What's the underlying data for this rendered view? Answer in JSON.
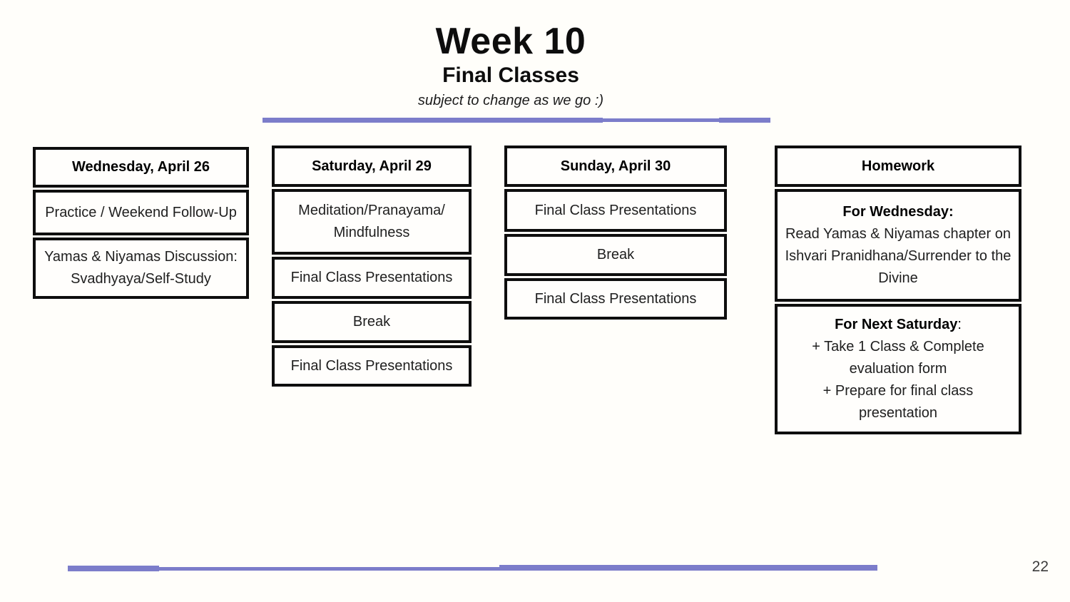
{
  "slide": {
    "title": "Week 10",
    "subtitle": "Final Classes",
    "note": "subject to change as we go :)",
    "page_number": "22",
    "accent_color": "#7c7dca"
  },
  "columns": [
    {
      "id": "wednesday",
      "header": "Wednesday, April 26",
      "cells": [
        {
          "text": "Practice / Weekend Follow-Up"
        },
        {
          "text": "Yamas & Niyamas Discussion:\nSvadhyaya/Self-Study"
        }
      ]
    },
    {
      "id": "saturday",
      "header": "Saturday, April 29",
      "cells": [
        {
          "text": "Meditation/Pranayama/\nMindfulness"
        },
        {
          "text": "Final Class Presentations"
        },
        {
          "text": "Break"
        },
        {
          "text": "Final Class Presentations"
        }
      ]
    },
    {
      "id": "sunday",
      "header": "Sunday, April 30",
      "cells": [
        {
          "text": "Final Class Presentations"
        },
        {
          "text": "Break"
        },
        {
          "text": "Final Class Presentations"
        }
      ]
    },
    {
      "id": "homework",
      "header": "Homework",
      "cells": [
        {
          "title": "For Wednesday:",
          "text": "Read Yamas & Niyamas chapter on\nIshvari Pranidhana/Surrender to the\nDivine"
        },
        {
          "title": "For Next Saturday",
          "title_suffix": ":",
          "text": "+ Take 1 Class & Complete\nevaluation form\n+ Prepare for final class\npresentation"
        }
      ]
    }
  ]
}
